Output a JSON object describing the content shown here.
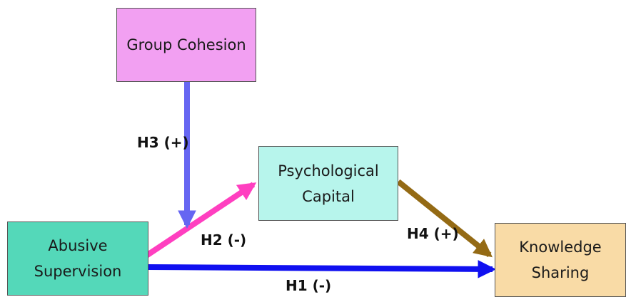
{
  "diagram": {
    "nodes": {
      "group_cohesion": {
        "label": "Group Cohesion",
        "color": "#f2a0f2"
      },
      "psychological_capital": {
        "label": "Psychological\nCapital",
        "color": "#b7f5ec"
      },
      "abusive_supervision": {
        "label": "Abusive\nSupervision",
        "color": "#54d8b9"
      },
      "knowledge_sharing": {
        "label": "Knowledge\nSharing",
        "color": "#f9dba6"
      }
    },
    "edges": {
      "h1": {
        "label": "H1 (-)",
        "from": "Abusive Supervision",
        "to": "Knowledge Sharing",
        "color": "#1010f0"
      },
      "h2": {
        "label": "H2 (-)",
        "from": "Abusive Supervision",
        "to": "Psychological Capital",
        "color": "#ff3fc0"
      },
      "h3": {
        "label": "H3 (+)",
        "from": "Group Cohesion",
        "to": "H2 path",
        "color": "#6666f2"
      },
      "h4": {
        "label": "H4 (+)",
        "from": "Psychological Capital",
        "to": "Knowledge Sharing",
        "color": "#946a14"
      }
    }
  }
}
